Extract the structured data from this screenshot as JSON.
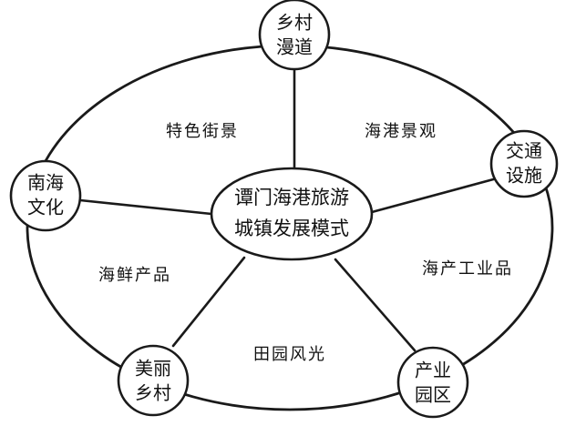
{
  "center": {
    "line1": "谭门海港旅游",
    "line2": "城镇发展模式"
  },
  "nodes": {
    "village_trail": {
      "line1": "乡村",
      "line2": "漫道"
    },
    "transport": {
      "line1": "交通",
      "line2": "设施"
    },
    "industrial_park": {
      "line1": "产业",
      "line2": "园区"
    },
    "beautiful_village": {
      "line1": "美丽",
      "line2": "乡村"
    },
    "nanhai_culture": {
      "line1": "南海",
      "line2": "文化"
    }
  },
  "regions": {
    "street_scenery": "特色街景",
    "harbor_scenery": "海港景观",
    "marine_industry": "海产工业品",
    "pastoral_scenery": "田园风光",
    "seafood_products": "海鲜产品"
  }
}
